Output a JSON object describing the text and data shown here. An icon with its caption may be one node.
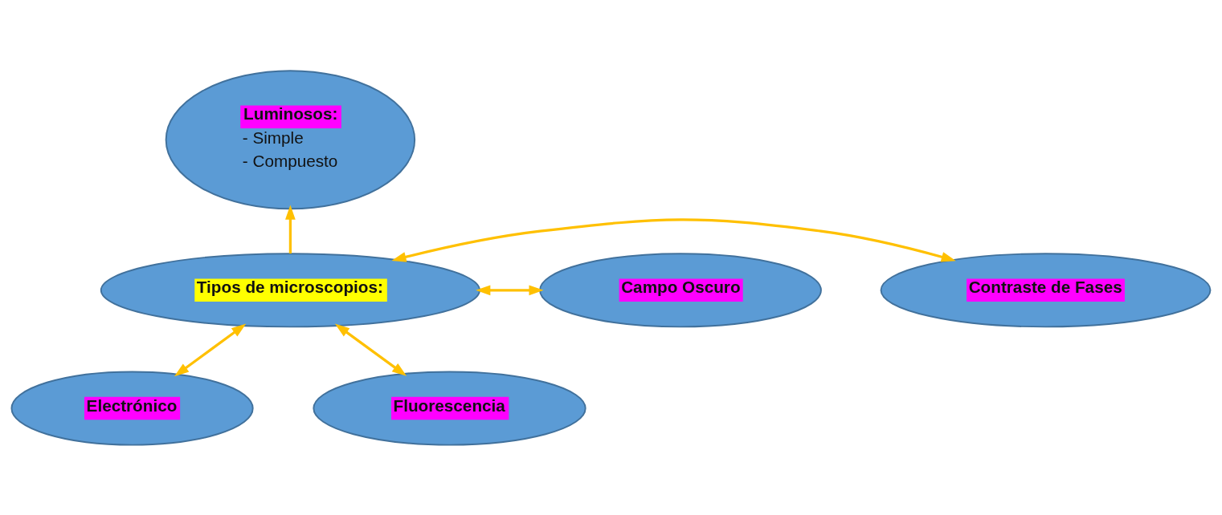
{
  "diagram": {
    "nodes": [
      {
        "text": [
          "Luminosos:",
          "- Simple",
          "- Compuesto"
        ]
      },
      {
        "text": [
          "Contraste de Fases"
        ]
      },
      {
        "text": [
          "Campo Oscuro"
        ]
      },
      {
        "text": [
          "Tipos de microscopios:"
        ]
      },
      {
        "text": [
          "Electrónico"
        ]
      },
      {
        "text": [
          "Fluorescencia"
        ]
      }
    ],
    "edges": [
      {
        "from": 3,
        "to": 0,
        "arrow": "to",
        "color": "#ffc000"
      },
      {
        "from": 3,
        "to": 1,
        "arrow": "both",
        "color": "#ffc000"
      },
      {
        "from": 3,
        "to": 2,
        "arrow": "both",
        "color": "#ffc000"
      },
      {
        "from": 3,
        "to": 4,
        "arrow": "both",
        "color": "#ffc000"
      },
      {
        "from": 3,
        "to": 5,
        "arrow": "both",
        "color": "#ffc000"
      }
    ]
  }
}
